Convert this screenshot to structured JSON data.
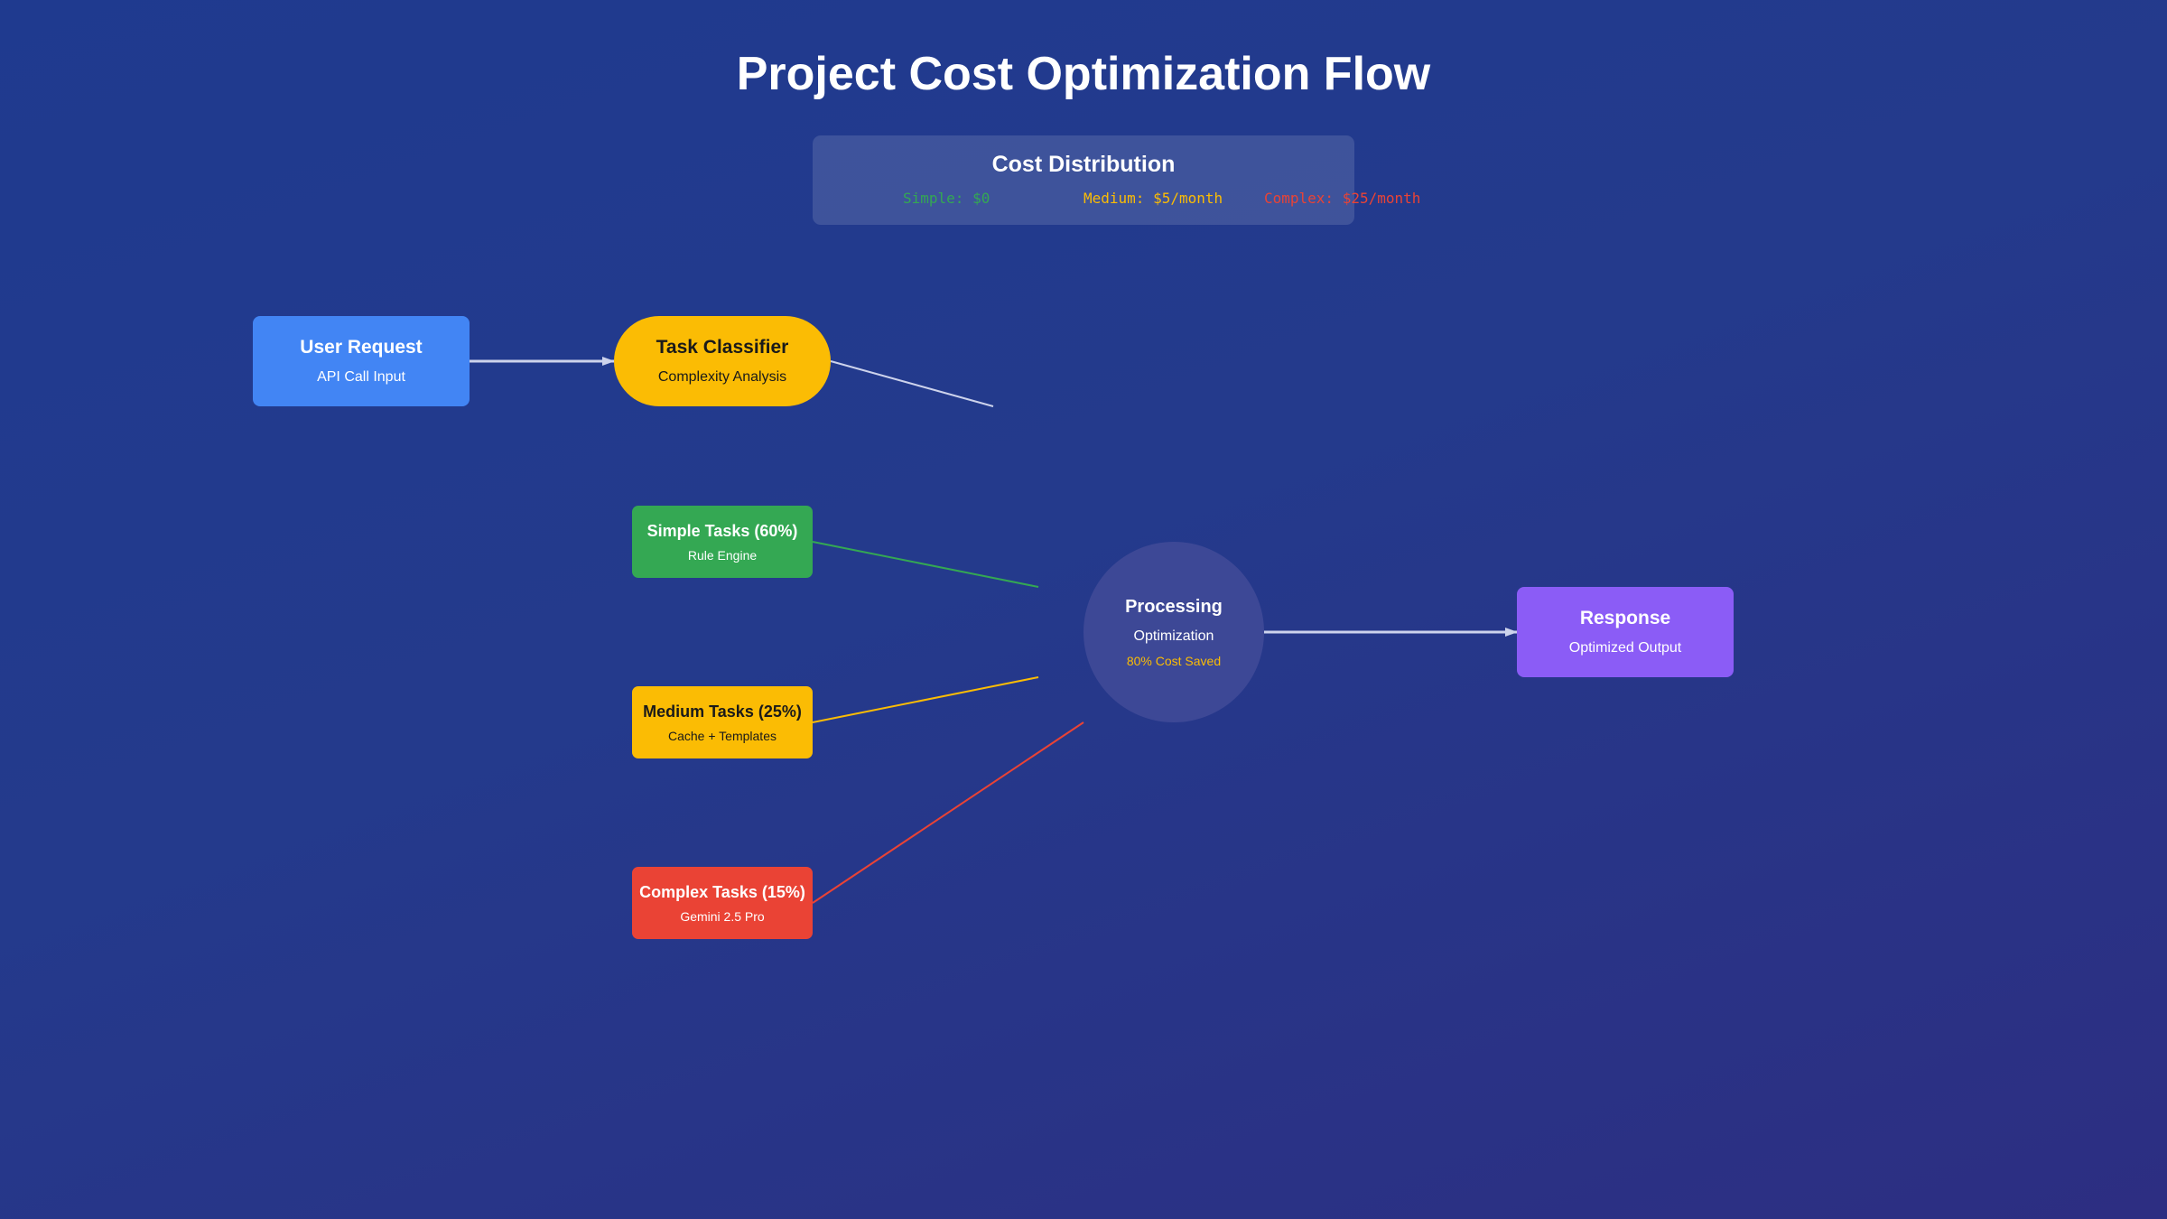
{
  "title": "Project Cost Optimization Flow",
  "cost_distribution": {
    "title": "Cost Distribution",
    "simple": "Simple: $0",
    "medium": "Medium: $5/month",
    "complex": "Complex: $25/month"
  },
  "nodes": {
    "user_request": {
      "title": "User Request",
      "subtitle": "API Call Input"
    },
    "task_classifier": {
      "title": "Task Classifier",
      "subtitle": "Complexity Analysis"
    },
    "simple_tasks": {
      "title": "Simple Tasks (60%)",
      "subtitle": "Rule Engine"
    },
    "medium_tasks": {
      "title": "Medium Tasks (25%)",
      "subtitle": "Cache + Templates"
    },
    "complex_tasks": {
      "title": "Complex Tasks (15%)",
      "subtitle": "Gemini 2.5 Pro"
    },
    "processing": {
      "title": "Processing",
      "subtitle": "Optimization",
      "note": "80% Cost Saved"
    },
    "response": {
      "title": "Response",
      "subtitle": "Optimized Output"
    }
  },
  "colors": {
    "background": "#243a8c",
    "user_request": "#4285f4",
    "task_classifier": "#fbbc04",
    "simple": "#34a853",
    "medium": "#fbbc04",
    "complex": "#ea4335",
    "processing": "#3d4896",
    "response": "#8b5cf6",
    "connector": "#cdd3ec"
  }
}
